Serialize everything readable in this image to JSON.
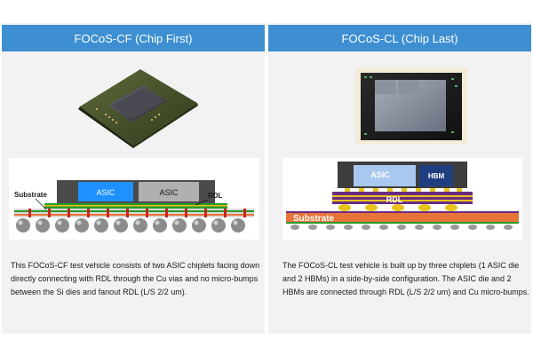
{
  "panels": [
    {
      "title": "FOCoS-CF (Chip First)",
      "labels": {
        "substrate": "Substrate",
        "asic1": "ASIC",
        "asic2": "ASIC",
        "rdl": "RDL"
      },
      "caption": "This FOCoS-CF test vehicle consists of two ASIC chiplets facing down directly connecting with RDL through the Cu vias and no micro-bumps between the Si dies and fanout RDL (L/S 2/2 um)."
    },
    {
      "title": "FOCoS-CL (Chip Last)",
      "labels": {
        "asic": "ASIC",
        "hbm": "HBM",
        "rdl": "RDL",
        "substrate": "Substrate"
      },
      "caption": "The FOCoS-CL test vehicle is built up by three chiplets (1 ASIC die and 2 HBMs) in a side-by-side configuration. The ASIC die and 2 HBMs are connected through RDL (L/S 2/2 um) and Cu micro-bumps."
    }
  ],
  "colors": {
    "header": "#3d8fd1",
    "panel": "#f2f2f2",
    "asic_blue": "#1e90ff",
    "asic_gray": "#b0b0b0",
    "rdl_green": "#2a9a2a",
    "substrate_orange": "#e8743a",
    "hbm_navy": "#1f3f80",
    "rdl_purple": "#6a2c83",
    "bump_yellow": "#e8c21a"
  }
}
